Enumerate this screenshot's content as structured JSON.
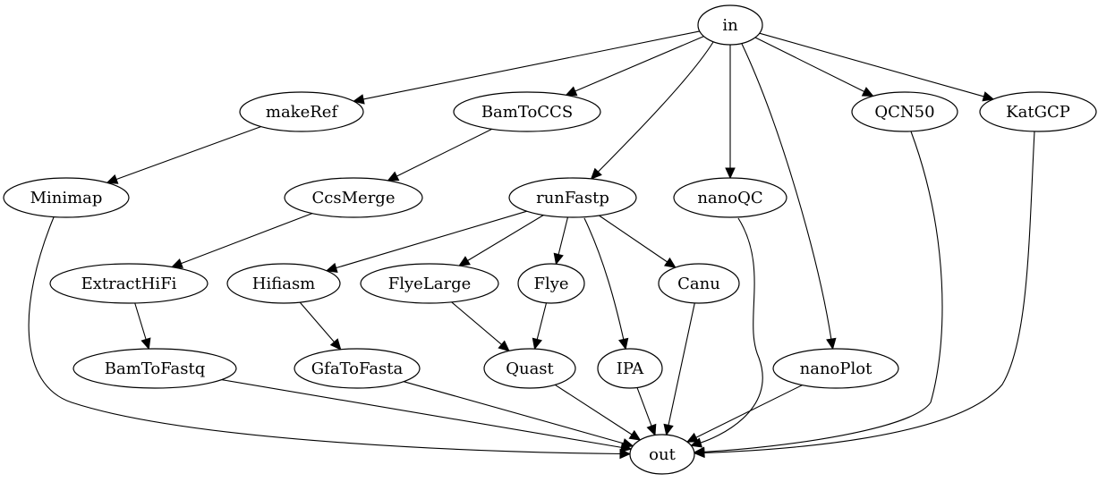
{
  "nodes": [
    {
      "id": "in",
      "label": "in"
    },
    {
      "id": "makeRef",
      "label": "makeRef"
    },
    {
      "id": "BamToCCS",
      "label": "BamToCCS"
    },
    {
      "id": "QCN50",
      "label": "QCN50"
    },
    {
      "id": "KatGCP",
      "label": "KatGCP"
    },
    {
      "id": "Minimap",
      "label": "Minimap"
    },
    {
      "id": "CcsMerge",
      "label": "CcsMerge"
    },
    {
      "id": "runFastp",
      "label": "runFastp"
    },
    {
      "id": "nanoQC",
      "label": "nanoQC"
    },
    {
      "id": "ExtractHiFi",
      "label": "ExtractHiFi"
    },
    {
      "id": "Hifiasm",
      "label": "Hifiasm"
    },
    {
      "id": "FlyeLarge",
      "label": "FlyeLarge"
    },
    {
      "id": "Flye",
      "label": "Flye"
    },
    {
      "id": "Canu",
      "label": "Canu"
    },
    {
      "id": "BamToFastq",
      "label": "BamToFastq"
    },
    {
      "id": "GfaToFasta",
      "label": "GfaToFasta"
    },
    {
      "id": "Quast",
      "label": "Quast"
    },
    {
      "id": "IPA",
      "label": "IPA"
    },
    {
      "id": "nanoPlot",
      "label": "nanoPlot"
    },
    {
      "id": "out",
      "label": "out"
    }
  ],
  "edges": [
    {
      "from": "in",
      "to": "makeRef"
    },
    {
      "from": "in",
      "to": "BamToCCS"
    },
    {
      "from": "in",
      "to": "runFastp"
    },
    {
      "from": "in",
      "to": "nanoQC"
    },
    {
      "from": "in",
      "to": "nanoPlot"
    },
    {
      "from": "in",
      "to": "QCN50"
    },
    {
      "from": "in",
      "to": "KatGCP"
    },
    {
      "from": "makeRef",
      "to": "Minimap"
    },
    {
      "from": "BamToCCS",
      "to": "CcsMerge"
    },
    {
      "from": "CcsMerge",
      "to": "ExtractHiFi"
    },
    {
      "from": "ExtractHiFi",
      "to": "BamToFastq"
    },
    {
      "from": "runFastp",
      "to": "Hifiasm"
    },
    {
      "from": "runFastp",
      "to": "FlyeLarge"
    },
    {
      "from": "runFastp",
      "to": "Flye"
    },
    {
      "from": "runFastp",
      "to": "Canu"
    },
    {
      "from": "runFastp",
      "to": "IPA"
    },
    {
      "from": "Hifiasm",
      "to": "GfaToFasta"
    },
    {
      "from": "FlyeLarge",
      "to": "Quast"
    },
    {
      "from": "Flye",
      "to": "Quast"
    },
    {
      "from": "Minimap",
      "to": "out"
    },
    {
      "from": "BamToFastq",
      "to": "out"
    },
    {
      "from": "GfaToFasta",
      "to": "out"
    },
    {
      "from": "Quast",
      "to": "out"
    },
    {
      "from": "IPA",
      "to": "out"
    },
    {
      "from": "Canu",
      "to": "out"
    },
    {
      "from": "nanoQC",
      "to": "out"
    },
    {
      "from": "nanoPlot",
      "to": "out"
    },
    {
      "from": "QCN50",
      "to": "out"
    },
    {
      "from": "KatGCP",
      "to": "out"
    }
  ]
}
